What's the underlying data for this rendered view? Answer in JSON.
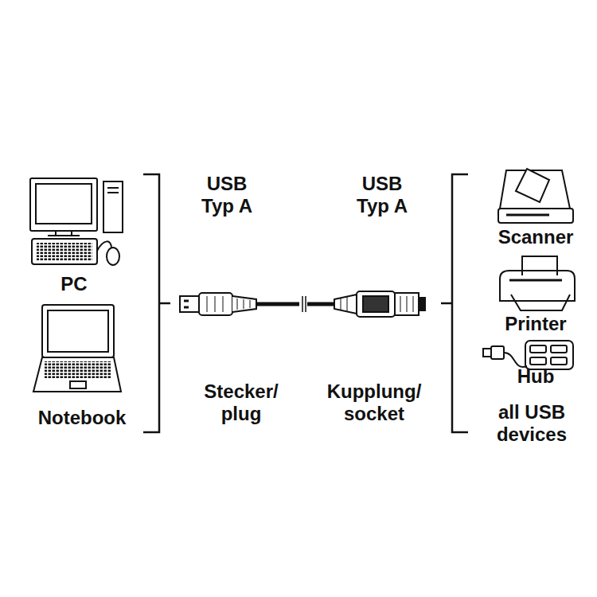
{
  "diagram": {
    "labels": [
      "PC",
      "Notebook",
      "USB Typ A",
      "USB Typ A",
      "Stecker/ plug",
      "Kupplung/ socket",
      "Scanner",
      "Printer",
      "Hub",
      "all USB devices"
    ]
  }
}
